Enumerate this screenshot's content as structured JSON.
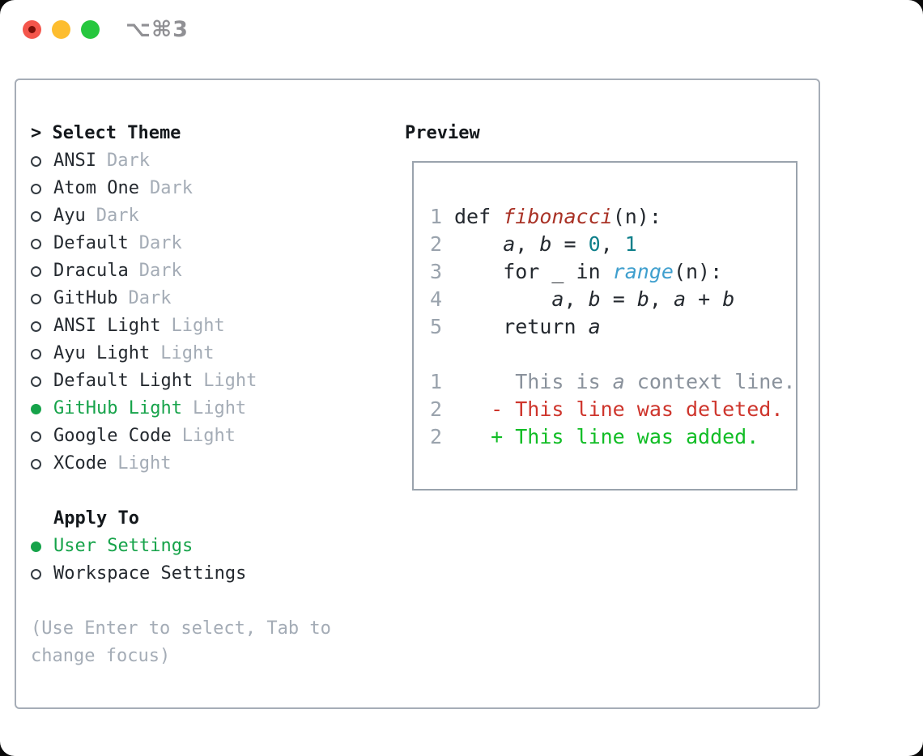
{
  "window": {
    "title": "⌥⌘3",
    "traffic_lights": [
      "close",
      "minimize",
      "zoom"
    ]
  },
  "colors": {
    "green": "#16a34a",
    "added": "#11bd25",
    "deleted": "#ce352c",
    "func": "#a93226",
    "numlit": "#0e7f8a",
    "builtin": "#3f9fce",
    "ink": "#24292f",
    "muted": "#a4acb6",
    "gutter": "#9aa3ad",
    "ctx": "#8a929c",
    "border": "#a6adb7",
    "box_border": "#9aa3ad",
    "title_gray": "#909094",
    "tl_red": "#f4564c",
    "tl_red_dot": "#7a0f08",
    "tl_yellow": "#fdbd2f",
    "tl_green": "#26c73e"
  },
  "theme_panel": {
    "header": "> Select Theme",
    "themes": [
      {
        "name": "ANSI",
        "variant": "Dark",
        "selected": false
      },
      {
        "name": "Atom One",
        "variant": "Dark",
        "selected": false
      },
      {
        "name": "Ayu",
        "variant": "Dark",
        "selected": false
      },
      {
        "name": "Default",
        "variant": "Dark",
        "selected": false
      },
      {
        "name": "Dracula",
        "variant": "Dark",
        "selected": false
      },
      {
        "name": "GitHub",
        "variant": "Dark",
        "selected": false
      },
      {
        "name": "ANSI Light",
        "variant": "Light",
        "selected": false
      },
      {
        "name": "Ayu Light",
        "variant": "Light",
        "selected": false
      },
      {
        "name": "Default Light",
        "variant": "Light",
        "selected": false
      },
      {
        "name": "GitHub Light",
        "variant": "Light",
        "selected": true
      },
      {
        "name": "Google Code",
        "variant": "Light",
        "selected": false
      },
      {
        "name": "XCode",
        "variant": "Light",
        "selected": false
      }
    ],
    "apply_to": {
      "label": "Apply To",
      "options": [
        {
          "label": "User Settings",
          "selected": true
        },
        {
          "label": "Workspace Settings",
          "selected": false
        }
      ]
    },
    "hint_lines": [
      "(Use Enter to select, Tab to",
      "change focus)"
    ]
  },
  "preview": {
    "label": "Preview",
    "lines": [
      {
        "num": "1",
        "tokens": [
          [
            "def ",
            "plain"
          ],
          [
            "fibonacci",
            "func"
          ],
          [
            "(n):",
            "plain"
          ]
        ]
      },
      {
        "num": "2",
        "tokens": [
          [
            "    ",
            "plain"
          ],
          [
            "a",
            "var"
          ],
          [
            ", ",
            "plain"
          ],
          [
            "b",
            "var"
          ],
          [
            " = ",
            "plain"
          ],
          [
            "0",
            "num"
          ],
          [
            ", ",
            "plain"
          ],
          [
            "1",
            "num"
          ]
        ]
      },
      {
        "num": "3",
        "tokens": [
          [
            "    for _ in ",
            "plain"
          ],
          [
            "range",
            "builtin"
          ],
          [
            "(n):",
            "plain"
          ]
        ]
      },
      {
        "num": "4",
        "tokens": [
          [
            "        ",
            "plain"
          ],
          [
            "a",
            "var"
          ],
          [
            ", ",
            "plain"
          ],
          [
            "b",
            "var"
          ],
          [
            " = ",
            "plain"
          ],
          [
            "b",
            "var"
          ],
          [
            ", ",
            "plain"
          ],
          [
            "a",
            "var"
          ],
          [
            " + ",
            "plain"
          ],
          [
            "b",
            "var"
          ]
        ]
      },
      {
        "num": "5",
        "tokens": [
          [
            "    return ",
            "plain"
          ],
          [
            "a",
            "var"
          ]
        ]
      },
      {
        "num": "",
        "tokens": []
      },
      {
        "num": "1",
        "tokens": [
          [
            "     This is ",
            "ctx"
          ],
          [
            "a",
            "ctx-i"
          ],
          [
            " context line.",
            "ctx"
          ]
        ]
      },
      {
        "num": "2",
        "tokens": [
          [
            "   - This line was deleted.",
            "del"
          ]
        ]
      },
      {
        "num": "2",
        "tokens": [
          [
            "   + This line was added.",
            "add"
          ]
        ]
      }
    ]
  }
}
